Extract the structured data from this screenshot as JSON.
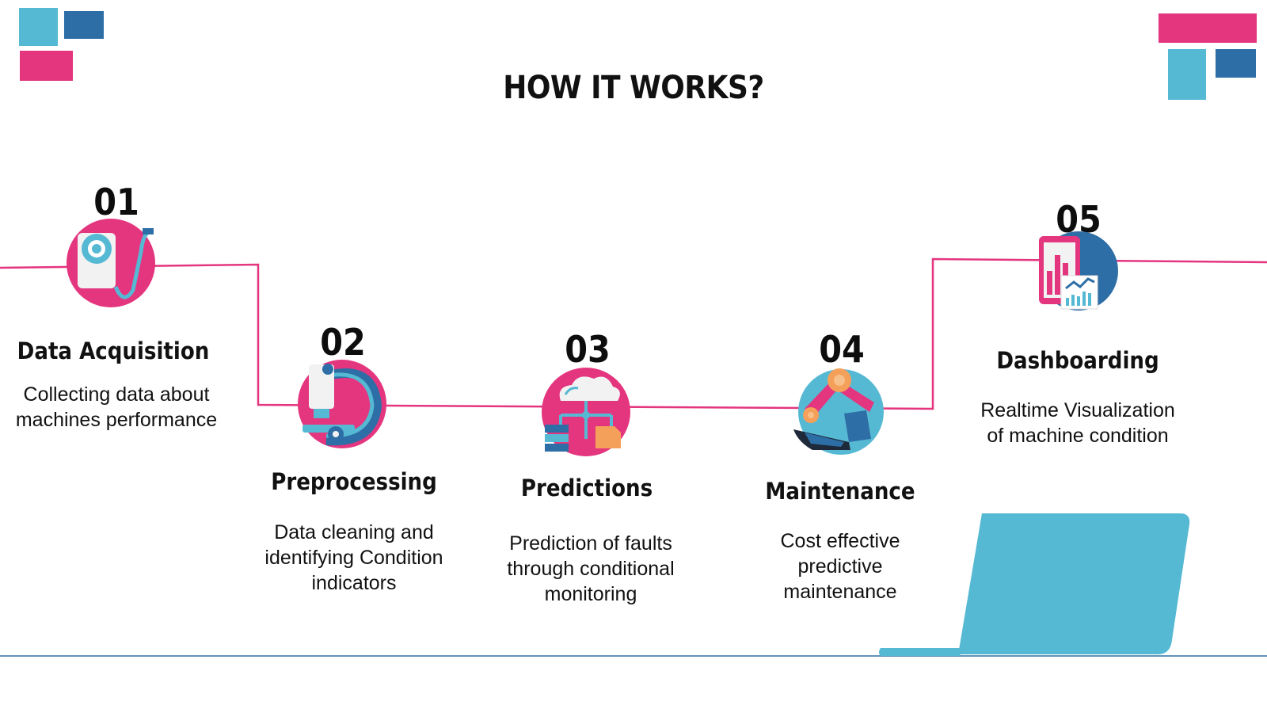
{
  "title": "HOW IT WORKS?",
  "colors": {
    "pink": "#e4357f",
    "teal": "#56b9d3",
    "navy": "#2e6ea6",
    "line": "#e4357f",
    "baseline": "#2e6ea6"
  },
  "steps": [
    {
      "number": "01",
      "title": "Data Acquisition",
      "description": "Collecting data about machines performance",
      "icon": "sensor-icon"
    },
    {
      "number": "02",
      "title": "Preprocessing",
      "description": "Data cleaning and identifying Condition indicators",
      "icon": "microscope-icon"
    },
    {
      "number": "03",
      "title": "Predictions",
      "description": "Prediction of faults through conditional monitoring",
      "icon": "cloud-network-icon"
    },
    {
      "number": "04",
      "title": "Maintenance",
      "description": "Cost effective predictive maintenance",
      "icon": "robot-arm-icon"
    },
    {
      "number": "05",
      "title": "Dashboarding",
      "description": "Realtime Visualization of machine condition",
      "icon": "dashboard-chart-icon"
    }
  ]
}
